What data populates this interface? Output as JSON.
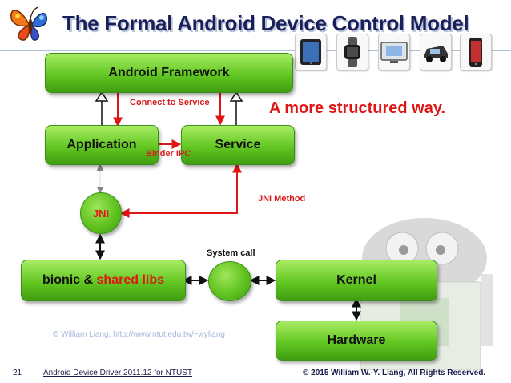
{
  "slide": {
    "title": "The Formal Android Device Control Model",
    "subtitle_note": "A more structured way."
  },
  "nodes": {
    "android_framework": "Android Framework",
    "application": "Application",
    "service": "Service",
    "jni": "JNI",
    "bionic_prefix": "bionic & ",
    "bionic_suffix": "shared libs",
    "kernel": "Kernel",
    "hardware": "Hardware"
  },
  "edge_labels": {
    "connect_to_service": "Connect to Service",
    "binder_ipc": "Binder IPC",
    "jni_method": "JNI Method",
    "system_call": "System call"
  },
  "watermark": "© William Liang, http://www.ntut.edu.tw/~wyliang",
  "footer": {
    "page_number": "21",
    "course": "Android Device Driver 2011.12 for NTUST",
    "copyright": "© 2015  William W.-Y. Liang, All Rights Reserved."
  },
  "devices": [
    "tablet-icon",
    "smartwatch-icon",
    "smart-tv-icon",
    "car-icon",
    "smartphone-icon"
  ],
  "colors": {
    "title": "#1a1f5c",
    "box_green": "#62c722",
    "accent_red": "#e01515",
    "rule": "#a9c0d6"
  }
}
